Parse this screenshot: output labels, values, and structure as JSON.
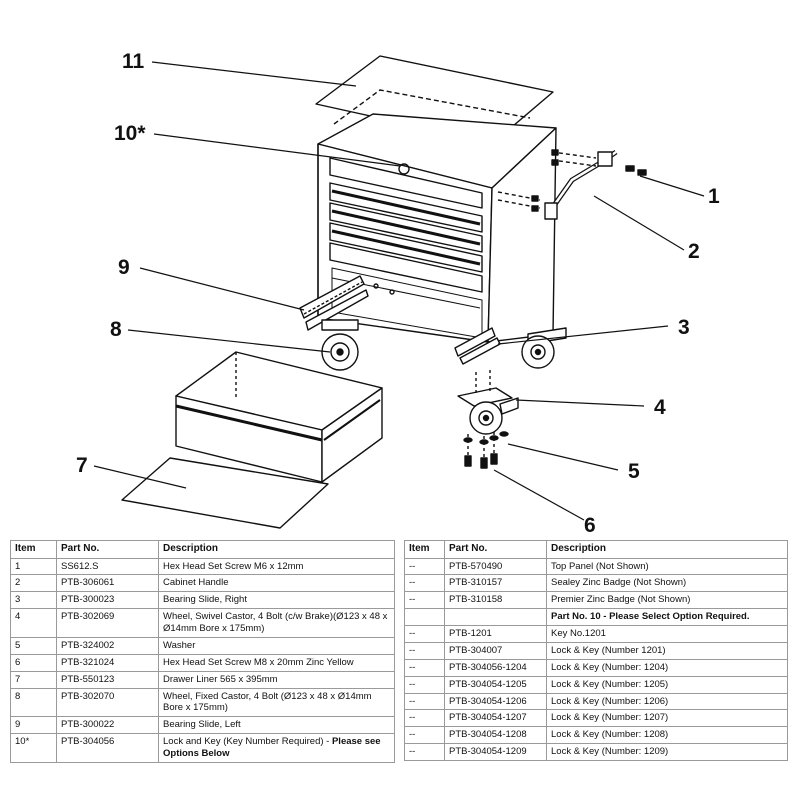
{
  "callouts": [
    "11",
    "10*",
    "1",
    "2",
    "9",
    "3",
    "8",
    "4",
    "7",
    "5",
    "6"
  ],
  "table_left": {
    "headers": [
      "Item",
      "Part No.",
      "Description"
    ],
    "rows": [
      {
        "item": "1",
        "part": "SS612.S",
        "desc": "Hex Head Set Screw M6 x 12mm",
        "desc_bold": ""
      },
      {
        "item": "2",
        "part": "PTB-306061",
        "desc": "Cabinet Handle",
        "desc_bold": ""
      },
      {
        "item": "3",
        "part": "PTB-300023",
        "desc": "Bearing Slide, Right",
        "desc_bold": ""
      },
      {
        "item": "4",
        "part": "PTB-302069",
        "desc": "Wheel, Swivel Castor, 4 Bolt (c/w Brake)(Ø123 x 48 x Ø14mm Bore x 175mm)",
        "desc_bold": ""
      },
      {
        "item": "5",
        "part": "PTB-324002",
        "desc": "Washer",
        "desc_bold": ""
      },
      {
        "item": "6",
        "part": "PTB-321024",
        "desc": "Hex Head Set Screw M8 x 20mm Zinc Yellow",
        "desc_bold": ""
      },
      {
        "item": "7",
        "part": "PTB-550123",
        "desc": "Drawer Liner 565 x 395mm",
        "desc_bold": ""
      },
      {
        "item": "8",
        "part": "PTB-302070",
        "desc": "Wheel, Fixed Castor, 4 Bolt (Ø123 x 48 x Ø14mm Bore x 175mm)",
        "desc_bold": ""
      },
      {
        "item": "9",
        "part": "PTB-300022",
        "desc": "Bearing Slide, Left",
        "desc_bold": ""
      },
      {
        "item": "10*",
        "part": "PTB-304056",
        "desc": "Lock and Key (Key Number Required) - ",
        "desc_bold": "Please see Options Below"
      }
    ]
  },
  "table_right": {
    "headers": [
      "Item",
      "Part No.",
      "Description"
    ],
    "rows": [
      {
        "item": "--",
        "part": "PTB-570490",
        "desc": "Top Panel (Not Shown)",
        "desc_bold": ""
      },
      {
        "item": "--",
        "part": "PTB-310157",
        "desc": "Sealey Zinc Badge (Not Shown)",
        "desc_bold": ""
      },
      {
        "item": "--",
        "part": "PTB-310158",
        "desc": "Premier Zinc Badge (Not Shown)",
        "desc_bold": ""
      },
      {
        "item": "",
        "part": "",
        "desc": "",
        "desc_bold": "Part No. 10 - Please Select Option Required."
      },
      {
        "item": "--",
        "part": "PTB-1201",
        "desc": "Key No.1201",
        "desc_bold": ""
      },
      {
        "item": "--",
        "part": "PTB-304007",
        "desc": "Lock & Key (Number 1201)",
        "desc_bold": ""
      },
      {
        "item": "--",
        "part": "PTB-304056-1204",
        "desc": "Lock & Key (Number: 1204)",
        "desc_bold": ""
      },
      {
        "item": "--",
        "part": "PTB-304054-1205",
        "desc": "Lock & Key (Number: 1205)",
        "desc_bold": ""
      },
      {
        "item": "--",
        "part": "PTB-304054-1206",
        "desc": "Lock & Key (Number: 1206)",
        "desc_bold": ""
      },
      {
        "item": "--",
        "part": "PTB-304054-1207",
        "desc": "Lock & Key (Number: 1207)",
        "desc_bold": ""
      },
      {
        "item": "--",
        "part": "PTB-304054-1208",
        "desc": "Lock & Key (Number: 1208)",
        "desc_bold": ""
      },
      {
        "item": "--",
        "part": "PTB-304054-1209",
        "desc": "Lock & Key (Number: 1209)",
        "desc_bold": ""
      }
    ]
  }
}
